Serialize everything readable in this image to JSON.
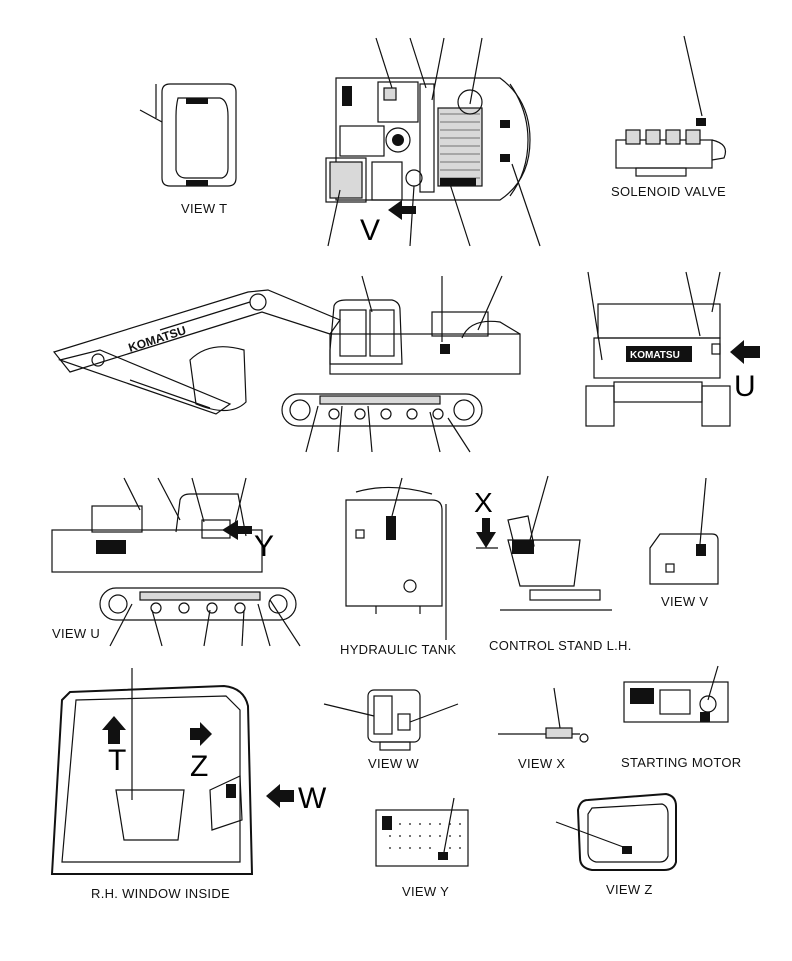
{
  "labels": {
    "view_t": "VIEW T",
    "solenoid_valve": "SOLENOID VALVE",
    "view_u": "VIEW U",
    "hydraulic_tank": "HYDRAULIC TANK",
    "control_stand": "CONTROL STAND L.H.",
    "view_v": "VIEW V",
    "view_w": "VIEW W",
    "view_x": "VIEW X",
    "starting_motor": "STARTING MOTOR",
    "rh_window_inside": "R.H. WINDOW INSIDE",
    "view_y": "VIEW Y",
    "view_z": "VIEW Z"
  },
  "view_letters": {
    "v": "V",
    "u": "U",
    "y": "Y",
    "x": "X",
    "t": "T",
    "z": "Z",
    "w": "W"
  },
  "brand": "KOMATSU"
}
